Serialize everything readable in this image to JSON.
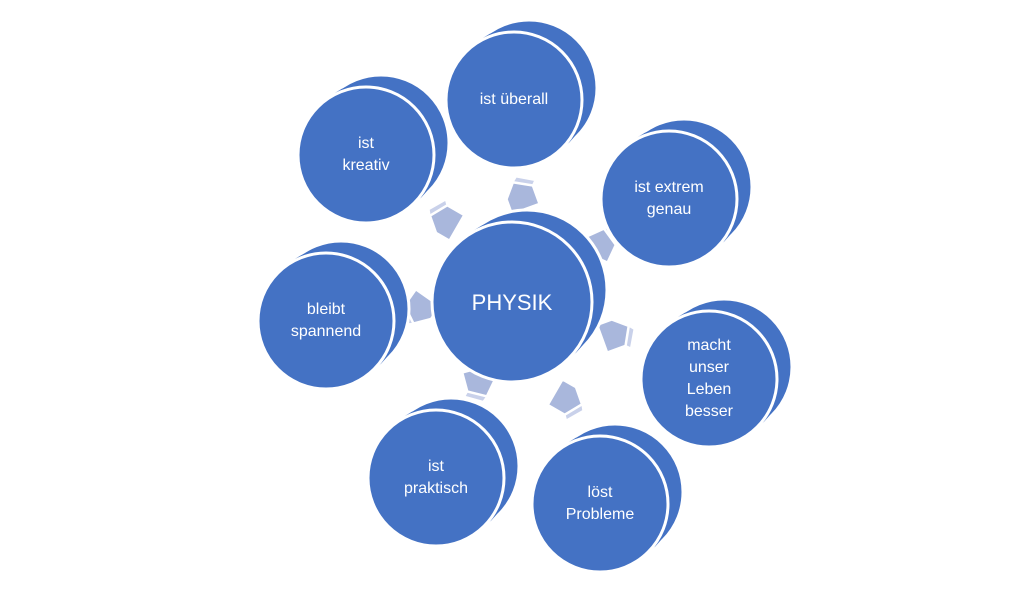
{
  "diagram": {
    "center": {
      "label": "PHYSIK"
    },
    "nodes": [
      {
        "lines": [
          "ist überall"
        ]
      },
      {
        "lines": [
          "ist extrem",
          "genau"
        ]
      },
      {
        "lines": [
          "macht",
          "unser",
          "Leben",
          "besser"
        ]
      },
      {
        "lines": [
          "löst",
          "Probleme"
        ]
      },
      {
        "lines": [
          "ist",
          "praktisch"
        ]
      },
      {
        "lines": [
          "bleibt",
          "spannend"
        ]
      },
      {
        "lines": [
          "ist",
          "kreativ"
        ]
      }
    ],
    "colors": {
      "node_fill": "#4472c4",
      "node_outline": "#ffffff",
      "connector_fill": "#a9b7dc"
    }
  }
}
